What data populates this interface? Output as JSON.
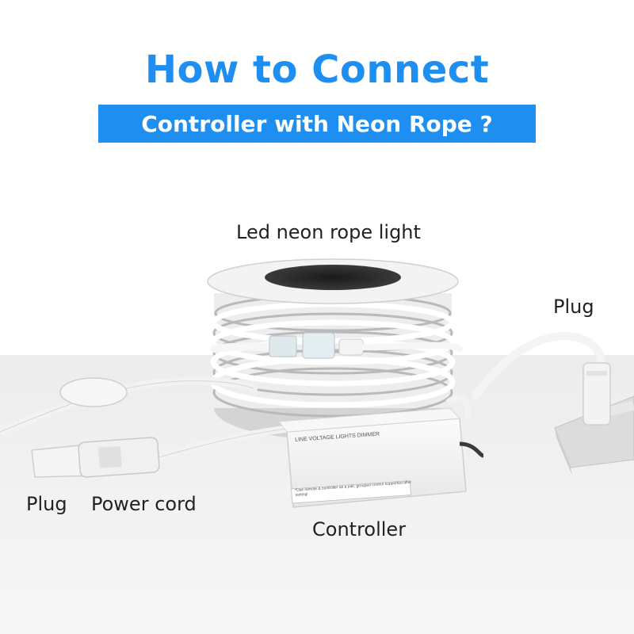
{
  "heading": {
    "title": "How to Connect",
    "banner": "Controller with Neon Rope ?"
  },
  "labels": {
    "rope": "Led neon rope light",
    "plug_right": "Plug",
    "plug_left": "Plug",
    "power_cord": "Power cord",
    "controller": "Controller"
  },
  "controller_box": {
    "header": "LINE VOLTAGE LIGHTS DIMMER",
    "note": "*Use remote & controller as a pair, grouped control supported after setting!"
  },
  "colors": {
    "accent": "#1e8ff0",
    "label_text": "#222222",
    "table_surface": "#f1f1f1",
    "spool_dark": "#2b2b2b"
  }
}
